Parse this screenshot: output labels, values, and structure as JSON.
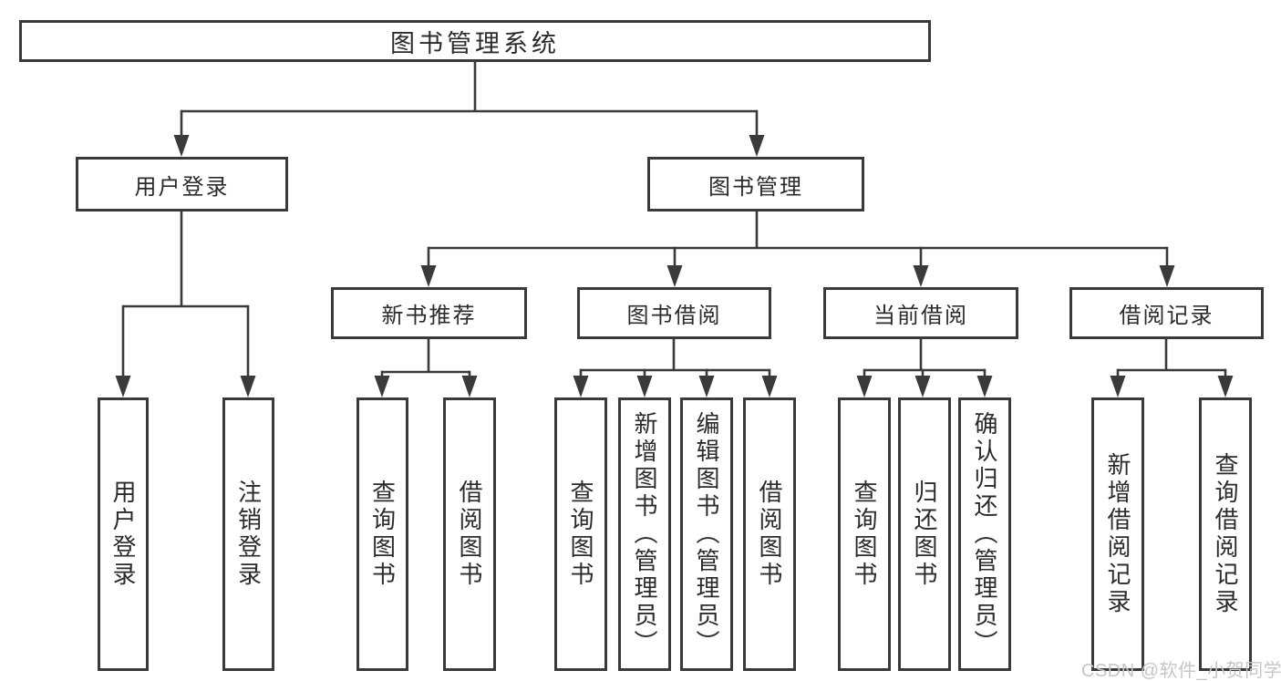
{
  "diagram_title": "图书管理系统",
  "watermark": "CSDN @软件_小贺同学",
  "colors": {
    "line": "#3a3a3a",
    "box_border": "#3a3a3a",
    "box_fill": "#ffffff",
    "text": "#2b2b2b",
    "watermark": "#c6c6c6",
    "background": "#ffffff"
  },
  "nodes": [
    {
      "id": "root",
      "label": "图书管理系统",
      "level": 1,
      "parent": null
    },
    {
      "id": "user-login",
      "label": "用户登录",
      "level": 2,
      "parent": "root"
    },
    {
      "id": "book-mgmt",
      "label": "图书管理",
      "level": 2,
      "parent": "root"
    },
    {
      "id": "new-book-rec",
      "label": "新书推荐",
      "level": 3,
      "parent": "book-mgmt"
    },
    {
      "id": "book-borrow",
      "label": "图书借阅",
      "level": 3,
      "parent": "book-mgmt"
    },
    {
      "id": "current-borrow",
      "label": "当前借阅",
      "level": 3,
      "parent": "book-mgmt"
    },
    {
      "id": "borrow-record",
      "label": "借阅记录",
      "level": 3,
      "parent": "book-mgmt"
    },
    {
      "id": "leaf-user-login",
      "label": "用户登录",
      "level": 4,
      "parent": "user-login"
    },
    {
      "id": "leaf-logout",
      "label": "注销登录",
      "level": 4,
      "parent": "user-login"
    },
    {
      "id": "leaf-nb-query",
      "label": "查询图书",
      "level": 4,
      "parent": "new-book-rec"
    },
    {
      "id": "leaf-nb-borrow",
      "label": "借阅图书",
      "level": 4,
      "parent": "new-book-rec"
    },
    {
      "id": "leaf-bb-query",
      "label": "查询图书",
      "level": 4,
      "parent": "book-borrow"
    },
    {
      "id": "leaf-bb-add",
      "label": "新增图书（管理员）",
      "level": 4,
      "parent": "book-borrow"
    },
    {
      "id": "leaf-bb-edit",
      "label": "编辑图书（管理员）",
      "level": 4,
      "parent": "book-borrow"
    },
    {
      "id": "leaf-bb-borrow",
      "label": "借阅图书",
      "level": 4,
      "parent": "book-borrow"
    },
    {
      "id": "leaf-cb-query",
      "label": "查询图书",
      "level": 4,
      "parent": "current-borrow"
    },
    {
      "id": "leaf-cb-return",
      "label": "归还图书",
      "level": 4,
      "parent": "current-borrow"
    },
    {
      "id": "leaf-cb-confirm",
      "label": "确认归还（管理员）",
      "level": 4,
      "parent": "current-borrow"
    },
    {
      "id": "leaf-br-add",
      "label": "新增借阅记录",
      "level": 4,
      "parent": "borrow-record"
    },
    {
      "id": "leaf-br-query",
      "label": "查询借阅记录",
      "level": 4,
      "parent": "borrow-record"
    }
  ]
}
